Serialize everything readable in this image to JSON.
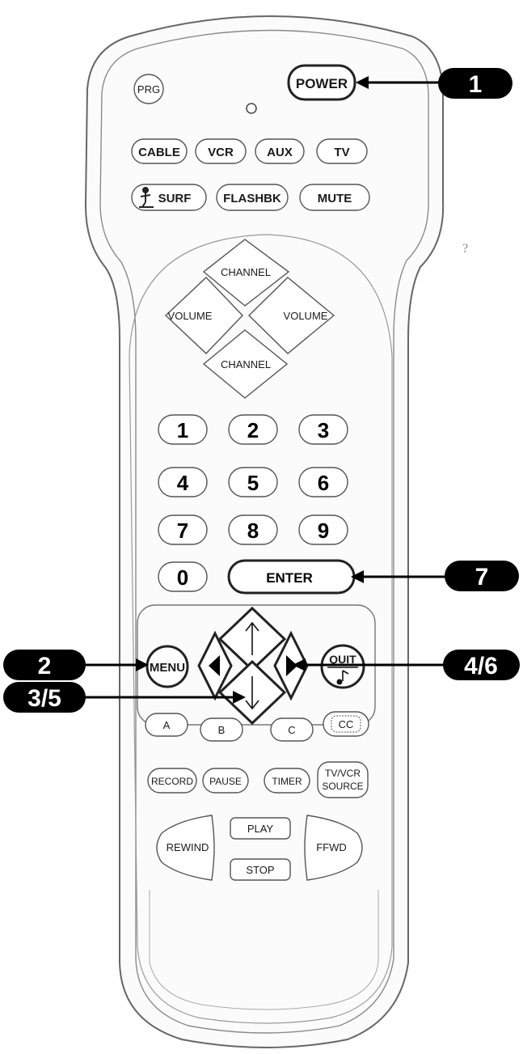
{
  "remote": {
    "top": {
      "prg": "PRG",
      "power": "POWER"
    },
    "mode": {
      "cable": "CABLE",
      "vcr": "VCR",
      "aux": "AUX",
      "tv": "TV"
    },
    "row2": {
      "surf": "SURF",
      "flashbk": "FLASHBK",
      "mute": "MUTE"
    },
    "dpad": {
      "channel_up": "CHANNEL",
      "channel_down": "CHANNEL",
      "volume_left": "VOLUME",
      "volume_right": "VOLUME"
    },
    "keypad": {
      "k1": "1",
      "k2": "2",
      "k3": "3",
      "k4": "4",
      "k5": "5",
      "k6": "6",
      "k7": "7",
      "k8": "8",
      "k9": "9",
      "k0": "0",
      "enter": "ENTER"
    },
    "nav": {
      "menu": "MENU",
      "quit": "QUIT"
    },
    "abc": {
      "a": "A",
      "b": "B",
      "c": "C",
      "cc": "CC"
    },
    "vcr_row": {
      "record": "RECORD",
      "pause": "PAUSE",
      "timer": "TIMER",
      "tvvcr_line1": "TV/VCR",
      "tvvcr_line2": "SOURCE"
    },
    "transport": {
      "rewind": "REWIND",
      "play": "PLAY",
      "stop": "STOP",
      "ffwd": "FFWD"
    }
  },
  "callouts": {
    "c1": "1",
    "c2": "2",
    "c35": "3/5",
    "c46": "4/6",
    "c7": "7"
  },
  "stray_mark": "?"
}
